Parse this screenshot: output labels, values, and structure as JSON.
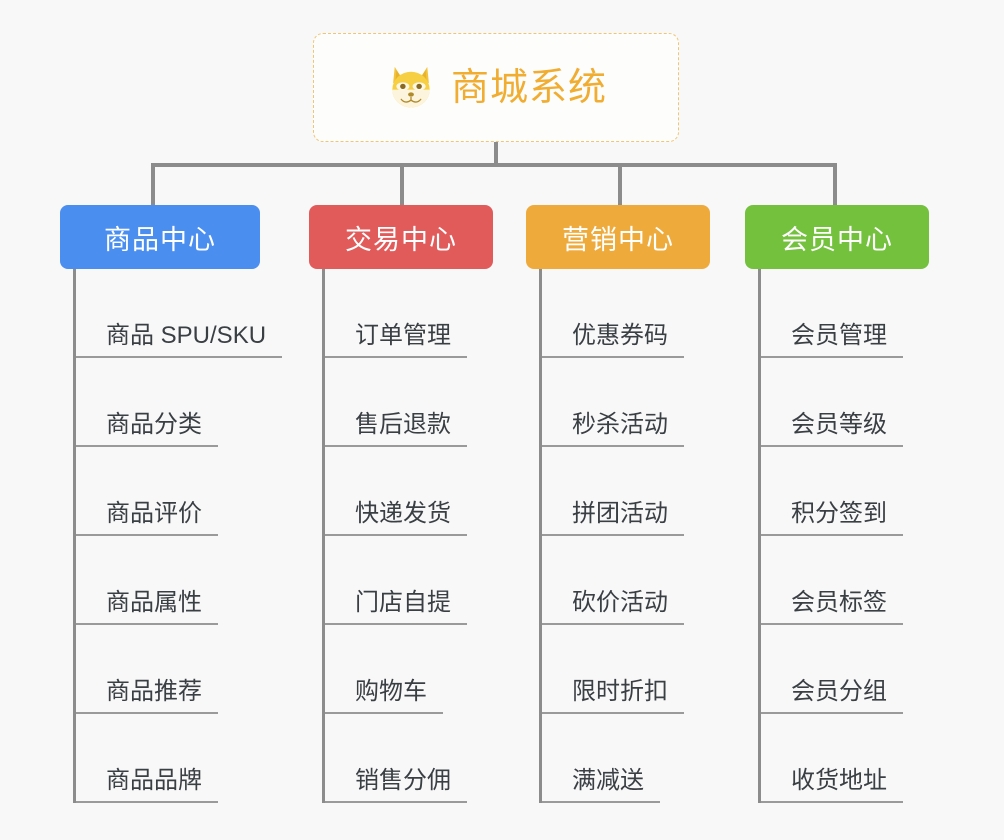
{
  "page": {
    "background_color": "#f8f8f8",
    "line_color": "#8c8c8c"
  },
  "root": {
    "title": "商城系统",
    "icon": "shiba-dog-icon",
    "text_color": "#f0ad32",
    "border_color": "#f0c674"
  },
  "categories": [
    {
      "label": "商品中心",
      "color": "#4a8ef0",
      "items": [
        {
          "label": "商品 SPU/SKU"
        },
        {
          "label": "商品分类"
        },
        {
          "label": "商品评价"
        },
        {
          "label": "商品属性"
        },
        {
          "label": "商品推荐"
        },
        {
          "label": "商品品牌"
        }
      ]
    },
    {
      "label": "交易中心",
      "color": "#e15b5b",
      "items": [
        {
          "label": "订单管理"
        },
        {
          "label": "售后退款"
        },
        {
          "label": "快递发货"
        },
        {
          "label": "门店自提"
        },
        {
          "label": "购物车"
        },
        {
          "label": "销售分佣"
        }
      ]
    },
    {
      "label": "营销中心",
      "color": "#eeab3c",
      "items": [
        {
          "label": "优惠券码"
        },
        {
          "label": "秒杀活动"
        },
        {
          "label": "拼团活动"
        },
        {
          "label": "砍价活动"
        },
        {
          "label": "限时折扣"
        },
        {
          "label": "满减送"
        }
      ]
    },
    {
      "label": "会员中心",
      "color": "#74c13e",
      "items": [
        {
          "label": "会员管理"
        },
        {
          "label": "会员等级"
        },
        {
          "label": "积分签到"
        },
        {
          "label": "会员标签"
        },
        {
          "label": "会员分组"
        },
        {
          "label": "收货地址"
        }
      ]
    }
  ]
}
